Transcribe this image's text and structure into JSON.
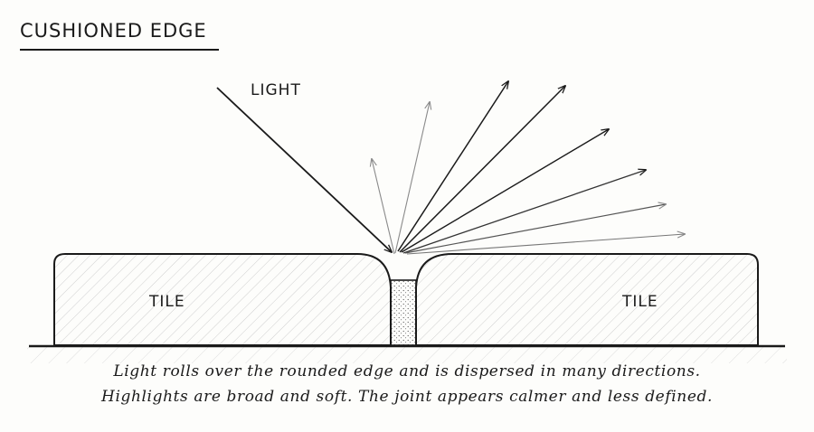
{
  "title": "CUSHIONED EDGE",
  "labels": {
    "light": "LIGHT",
    "tile_left": "TILE",
    "tile_right": "TILE"
  },
  "caption": {
    "line1": "Light rolls over the rounded edge and is dispersed in many directions.",
    "line2": "Highlights are broad and soft. The joint appears calmer and less defined."
  },
  "colors": {
    "ink": "#1a1a1a",
    "hatch": "#c8c8c8",
    "faint_ray": "#8a8a8a",
    "background": "#fdfdfb"
  },
  "icons": {
    "incoming_ray": "arrow-icon",
    "scattered_rays": "arrow-icon"
  }
}
